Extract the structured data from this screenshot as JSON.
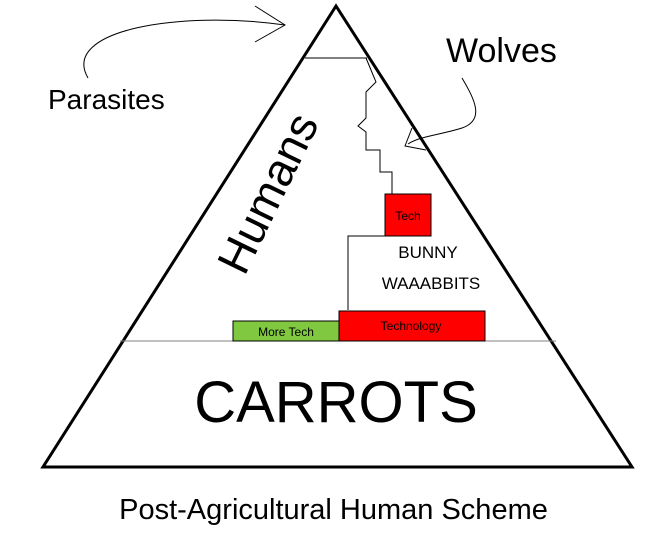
{
  "diagram": {
    "labels": {
      "parasites": "Parasites",
      "wolves": "Wolves",
      "humans": "Humans",
      "tech": "Tech",
      "bunny_line1": "BUNNY",
      "bunny_line2": "WAAABBITS",
      "more_tech": "More Tech",
      "technology": "Technology",
      "carrots": "CARROTS"
    },
    "caption": "Post-Agricultural Human Scheme",
    "colors": {
      "outline": "#000000",
      "tech_red": "#ff0000",
      "more_tech_green": "#80c840",
      "divider_gray": "#808080"
    }
  }
}
